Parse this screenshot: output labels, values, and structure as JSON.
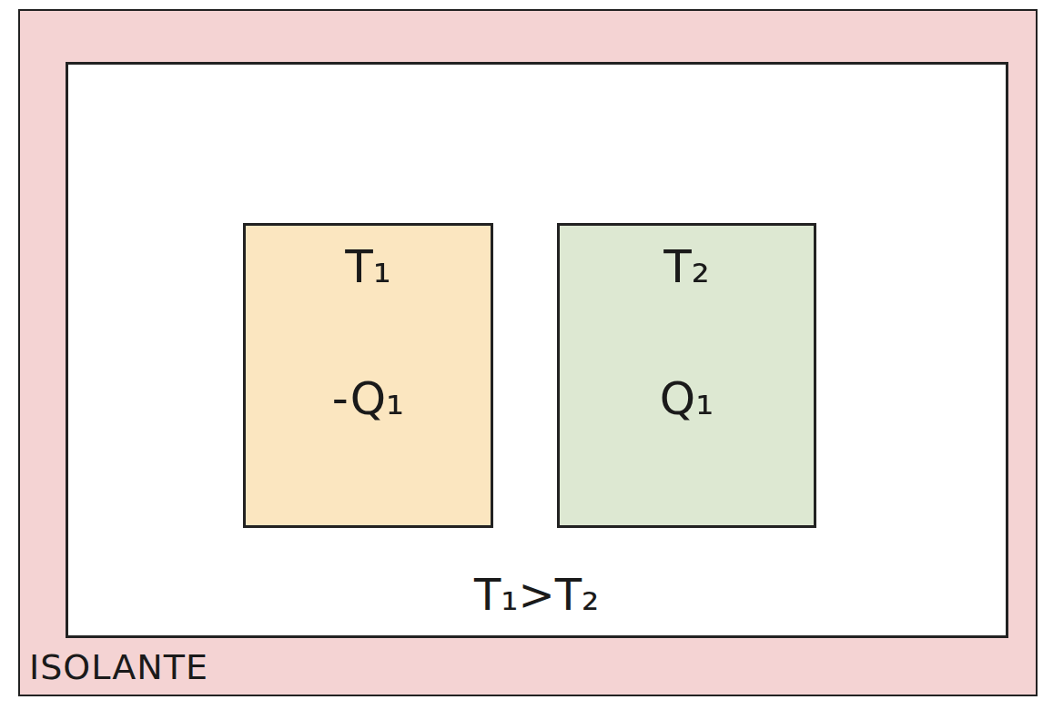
{
  "diagram": {
    "nodes": [
      {
        "text": [
          "ISOLANTE"
        ]
      },
      {
        "text": [
          "T₁",
          "-Q₁"
        ],
        "in": 0
      },
      {
        "text": [
          "T₂",
          "Q₁"
        ],
        "in": 0
      }
    ],
    "edges": [
      {
        "from": 1,
        "to": 2,
        "arrow": "to"
      }
    ],
    "labels": [
      "T₁>T₂"
    ]
  }
}
